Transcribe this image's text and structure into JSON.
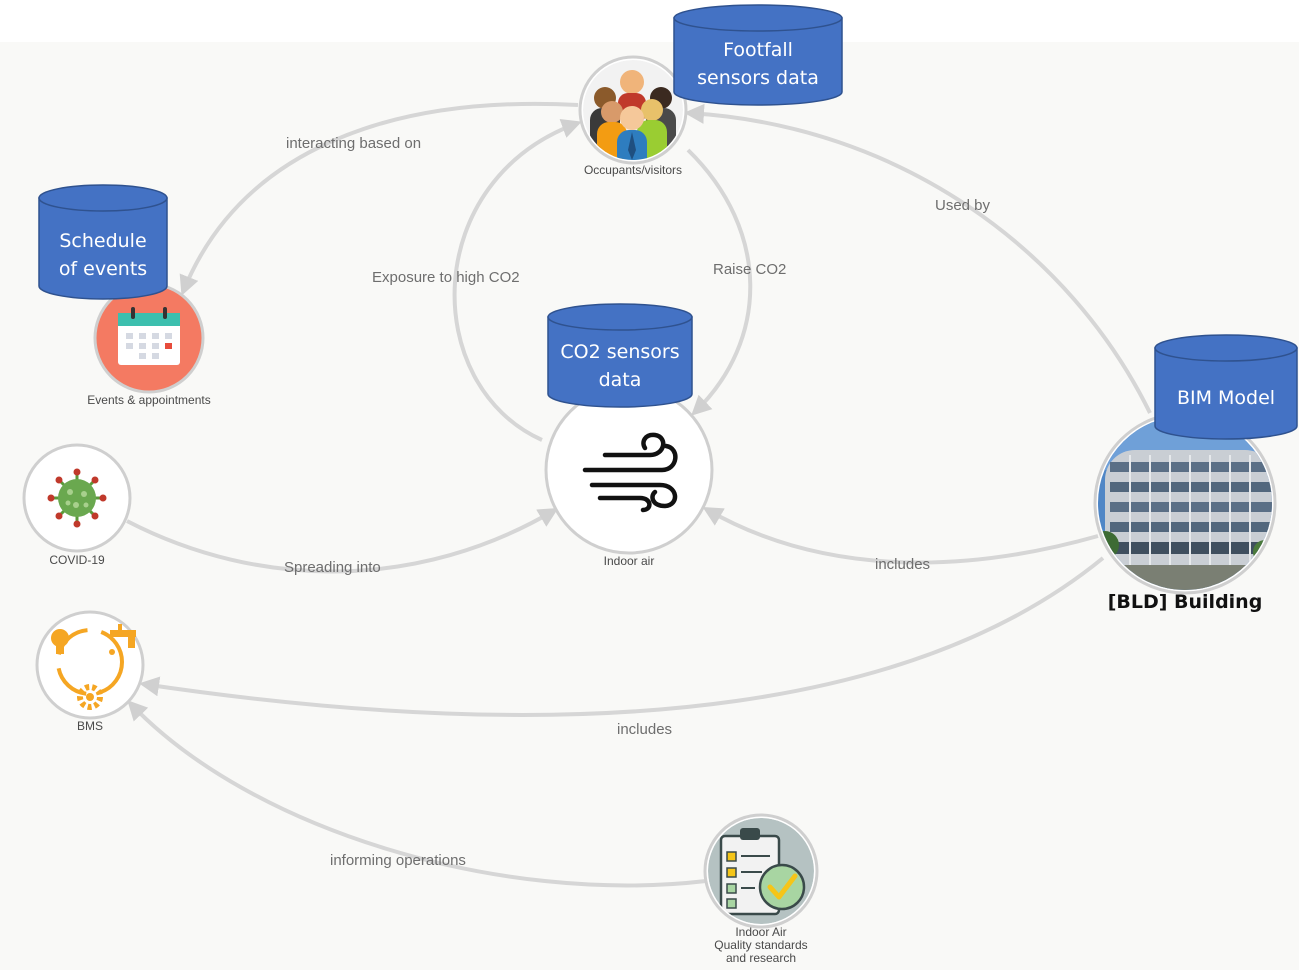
{
  "colors": {
    "background": "#f9f9f7",
    "edge": "#d6d6d6",
    "database": "#4472c4",
    "database_border": "#2f528f",
    "events_circle": "#f47a62",
    "covid_green": "#5a9a3a",
    "bms_orange": "#f5a623",
    "iaq_circle": "#b5c2c2"
  },
  "nodes": {
    "occupants": {
      "label": "Occupants/visitors",
      "icon": "people-icon"
    },
    "events": {
      "label": "Events & appointments",
      "icon": "calendar-icon"
    },
    "indoor_air": {
      "label": "Indoor air",
      "icon": "wind-icon"
    },
    "covid": {
      "label": "COVID-19",
      "icon": "virus-icon"
    },
    "bms": {
      "label": "BMS",
      "icon": "bms-icon"
    },
    "building": {
      "label": "[BLD] Building",
      "icon": "building-photo"
    },
    "iaq": {
      "line1": "Indoor Air",
      "line2": "Quality standards",
      "line3": "and research",
      "icon": "checklist-icon"
    }
  },
  "databases": {
    "footfall": {
      "line1": "Footfall",
      "line2": "sensors data"
    },
    "schedule": {
      "line1": "Schedule",
      "line2": "of events"
    },
    "co2": {
      "line1": "CO2 sensors",
      "line2": "data"
    },
    "bim": {
      "line1": "BIM Model"
    }
  },
  "edges": {
    "interacting": "interacting based on",
    "exposure": "Exposure to high CO2",
    "raise": "Raise CO2",
    "used_by": "Used by",
    "spreading": "Spreading into",
    "includes_air": "includes",
    "includes_bms": "includes",
    "informing": "informing operations"
  }
}
